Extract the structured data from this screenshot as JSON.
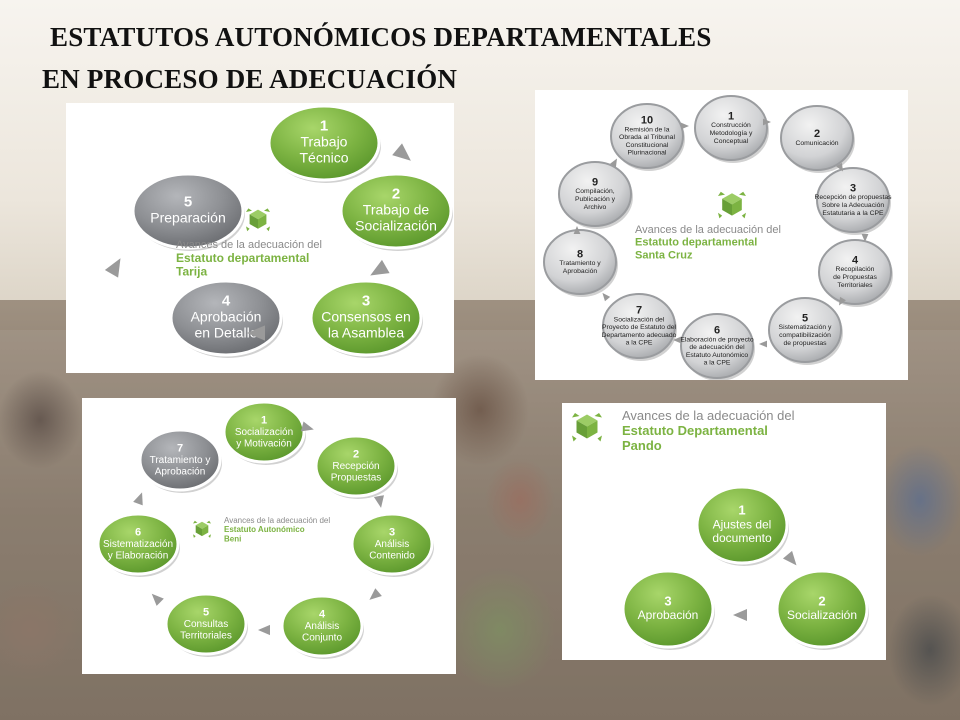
{
  "title": {
    "line1": "ESTATUTOS AUTONÓMICOS DEPARTAMENTALES",
    "line2": "EN PROCESO DE ADECUACIÓN"
  },
  "colors": {
    "green": "#7cb342",
    "green_dark": "#5e9a2e",
    "gray": "#8e9094",
    "gray_dark": "#6e7074",
    "arrow": "#9a9a9a",
    "caption_gray": "#8a8a8a"
  },
  "tarija": {
    "caption_line1": "Avances de la adecuación del",
    "caption_line2": "Estatuto departamental",
    "caption_line3": "Tarija",
    "steps": [
      {
        "num": "1",
        "lines": [
          "Trabajo",
          "Técnico"
        ],
        "state": "done"
      },
      {
        "num": "2",
        "lines": [
          "Trabajo de",
          "Socialización"
        ],
        "state": "done"
      },
      {
        "num": "3",
        "lines": [
          "Consensos en",
          "la Asamblea"
        ],
        "state": "done"
      },
      {
        "num": "4",
        "lines": [
          "Aprobación",
          "en Detalle"
        ],
        "state": "pending"
      },
      {
        "num": "5",
        "lines": [
          "Preparación"
        ],
        "state": "pending"
      }
    ]
  },
  "santa_cruz": {
    "caption_line1": "Avances de la adecuación del",
    "caption_line2": "Estatuto departamental",
    "caption_line3": "Santa Cruz",
    "steps": [
      {
        "num": "1",
        "lines": [
          "Construcción",
          "Metodología y",
          "Conceptual"
        ]
      },
      {
        "num": "2",
        "lines": [
          "Comunicación"
        ]
      },
      {
        "num": "3",
        "lines": [
          "Recepción de propuestas",
          "Sobre la Adecuación",
          "Estatutaria a la CPE"
        ]
      },
      {
        "num": "4",
        "lines": [
          "Recopilación",
          "de Propuestas",
          "Territoriales"
        ]
      },
      {
        "num": "5",
        "lines": [
          "Sistematización y",
          "compatibilización",
          "de propuestas"
        ]
      },
      {
        "num": "6",
        "lines": [
          "Elaboración de proyecto",
          "de adecuación del",
          "Estatuto Autonómico",
          "a la CPE"
        ]
      },
      {
        "num": "7",
        "lines": [
          "Socialización del",
          "Proyecto de Estatuto del",
          "Departamento adecuado",
          "a la CPE"
        ]
      },
      {
        "num": "8",
        "lines": [
          "Tratamiento y",
          "Aprobación"
        ]
      },
      {
        "num": "9",
        "lines": [
          "Compilación,",
          "Publicación y",
          "Archivo"
        ]
      },
      {
        "num": "10",
        "lines": [
          "Remisión de la",
          "Obrada al Tribunal",
          "Constitucional",
          "Plurinacional"
        ]
      }
    ]
  },
  "beni": {
    "caption_line1": "Avances de la adecuación del",
    "caption_line2": "Estatuto Autonómico",
    "caption_line3": "Beni",
    "steps": [
      {
        "num": "1",
        "lines": [
          "Socialización",
          "y Motivación"
        ],
        "state": "done"
      },
      {
        "num": "2",
        "lines": [
          "Recepción",
          "Propuestas"
        ],
        "state": "done"
      },
      {
        "num": "3",
        "lines": [
          "Análisis",
          "Contenido"
        ],
        "state": "done"
      },
      {
        "num": "4",
        "lines": [
          "Análisis",
          "Conjunto"
        ],
        "state": "done"
      },
      {
        "num": "5",
        "lines": [
          "Consultas",
          "Territoriales"
        ],
        "state": "done"
      },
      {
        "num": "6",
        "lines": [
          "Sistematización",
          "y Elaboración"
        ],
        "state": "done"
      },
      {
        "num": "7",
        "lines": [
          "Tratamiento y",
          "Aprobación"
        ],
        "state": "pending"
      }
    ]
  },
  "pando": {
    "caption_line1": "Avances de la adecuación del",
    "caption_line2": "Estatuto Departamental",
    "caption_line3": "Pando",
    "steps": [
      {
        "num": "1",
        "lines": [
          "Ajustes del",
          "documento"
        ],
        "state": "done"
      },
      {
        "num": "2",
        "lines": [
          "Socialización"
        ],
        "state": "done"
      },
      {
        "num": "3",
        "lines": [
          "Aprobación"
        ],
        "state": "done"
      }
    ]
  }
}
